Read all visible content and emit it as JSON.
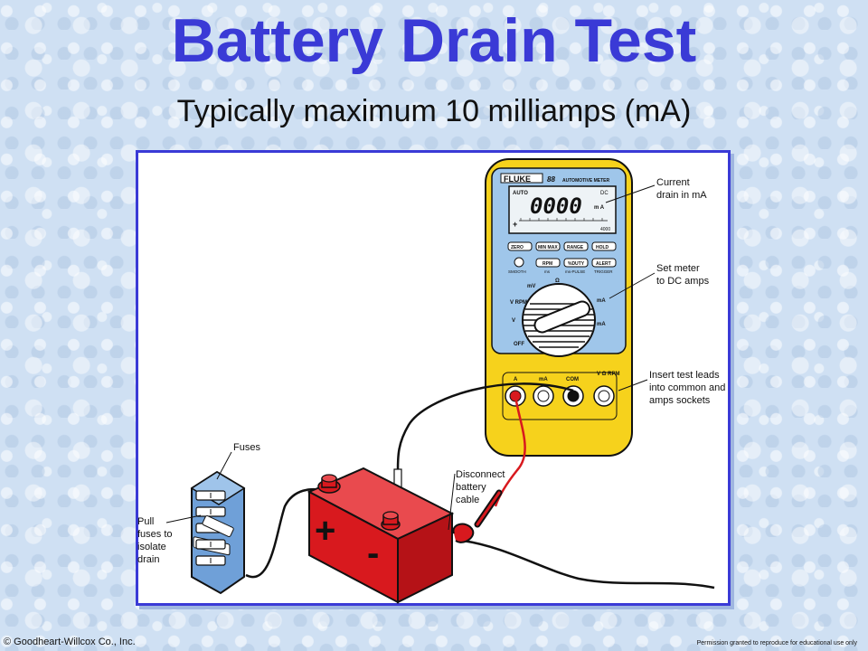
{
  "slide": {
    "title": "Battery Drain Test",
    "subtitle": "Typically maximum 10 milliamps (mA)"
  },
  "meter": {
    "brand": "FLUKE",
    "model": "88",
    "type_label": "AUTOMOTIVE METER",
    "reading": "0000",
    "auto": "AUTO",
    "dc": "DC",
    "unit": "m A",
    "scale_max": "4000",
    "buttons_row1": [
      "ZERO",
      "MIN MAX",
      "RANGE",
      "HOLD"
    ],
    "buttons_row2": [
      "RPM",
      "%DUTY",
      "ALERT"
    ],
    "sub_labels": [
      "SMOOTH",
      "ms",
      "ms-PULSE",
      "TRIGGER"
    ],
    "dial_labels": [
      "mV",
      "Ω",
      "mA",
      "V RPM",
      "V",
      "OFF"
    ],
    "sockets": [
      "A",
      "mA",
      "COM",
      "V Ω RPM"
    ]
  },
  "labels": {
    "current": [
      "Current",
      "drain in mA"
    ],
    "set_meter": [
      "Set meter",
      "to DC amps"
    ],
    "insert": [
      "Insert test leads",
      "into common and",
      "amps sockets"
    ],
    "fuses": "Fuses",
    "disconnect": [
      "Disconnect",
      "battery",
      "cable"
    ],
    "pull": [
      "Pull",
      "fuses to",
      "isolate",
      "drain"
    ]
  },
  "battery": {
    "plus": "+",
    "minus": "-"
  },
  "footer": {
    "copyright": "© Goodheart-Willcox Co., Inc.",
    "permission": "Permission granted to reproduce for educational use only"
  },
  "colors": {
    "title": "#3a3ad6",
    "meter_body": "#f6d21c",
    "meter_face": "#9fc6ea",
    "battery": "#d8191e",
    "red_lead": "#d8191e"
  }
}
